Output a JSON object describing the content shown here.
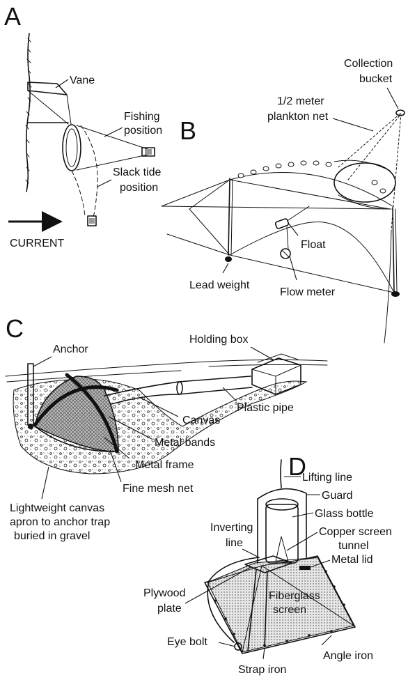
{
  "panels": {
    "a": {
      "letter": "A",
      "labels": {
        "vane": "Vane",
        "fishing_position_1": "Fishing",
        "fishing_position_2": "position",
        "slack_tide_1": "Slack tide",
        "slack_tide_2": "position",
        "current": "CURRENT"
      }
    },
    "b": {
      "letter": "B",
      "labels": {
        "collection_bucket_1": "Collection",
        "collection_bucket_2": "bucket",
        "plankton_net_1": "1/2 meter",
        "plankton_net_2": "plankton net",
        "float": "Float",
        "lead_weight": "Lead weight",
        "flow_meter": "Flow meter"
      }
    },
    "c": {
      "letter": "C",
      "labels": {
        "anchor": "Anchor",
        "holding_box": "Holding box",
        "plastic_pipe": "Plastic pipe",
        "canvas": "Canvas",
        "metal_bands": "Metal bands",
        "metal_frame": "Metal frame",
        "fine_mesh_net": "Fine mesh net",
        "apron_1": "Lightweight canvas",
        "apron_2": "apron to anchor trap",
        "apron_3": "buried in gravel"
      }
    },
    "d": {
      "letter": "D",
      "labels": {
        "lifting_line": "Lifting line",
        "guard": "Guard",
        "glass_bottle": "Glass bottle",
        "copper_screen_1": "Copper screen",
        "copper_screen_2": "tunnel",
        "metal_lid": "Metal lid",
        "inverting_line_1": "Inverting",
        "inverting_line_2": "line",
        "plywood_plate_1": "Plywood",
        "plywood_plate_2": "plate",
        "fiberglass_1": "Fiberglass",
        "fiberglass_2": "screen",
        "eye_bolt": "Eye bolt",
        "angle_iron": "Angle iron",
        "strap_iron": "Strap iron"
      }
    }
  }
}
